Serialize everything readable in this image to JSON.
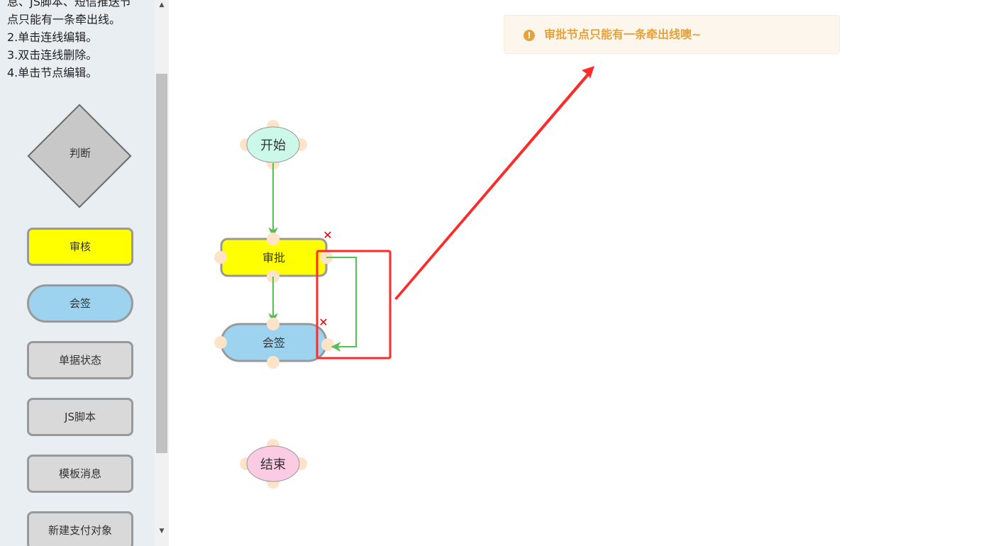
{
  "sidebar": {
    "help_lines": [
      "息、JS脚本、短信推送节",
      "点只能有一条牵出线。",
      "2.单击连线编辑。",
      "3.双击连线删除。",
      "4.单击节点编辑。"
    ],
    "palette": {
      "decision_label": "判断",
      "review_label": "审核",
      "countersign_label": "会签",
      "doc_status_label": "单据状态",
      "js_script_label": "JS脚本",
      "template_msg_label": "模板消息",
      "new_payment_label": "新建支付对象"
    },
    "scroll_up": "▲",
    "scroll_down": "▼"
  },
  "canvas": {
    "nodes": {
      "start_label": "开始",
      "approval_label": "审批",
      "countersign_label": "会签",
      "end_label": "结束"
    },
    "delete_mark": "✕"
  },
  "toast": {
    "icon": "!",
    "message": "审批节点只能有一条牵出线噢~"
  },
  "colors": {
    "yellow_node": "#ffff00",
    "blue_node": "#9dd3ef",
    "start_fill": "#ccf8e9",
    "end_fill": "#fbcbe3",
    "anchor": "#fde3c7",
    "edge_green": "#52c052",
    "highlight_red": "#ff2a2a",
    "toast_text": "#e6a23c"
  }
}
